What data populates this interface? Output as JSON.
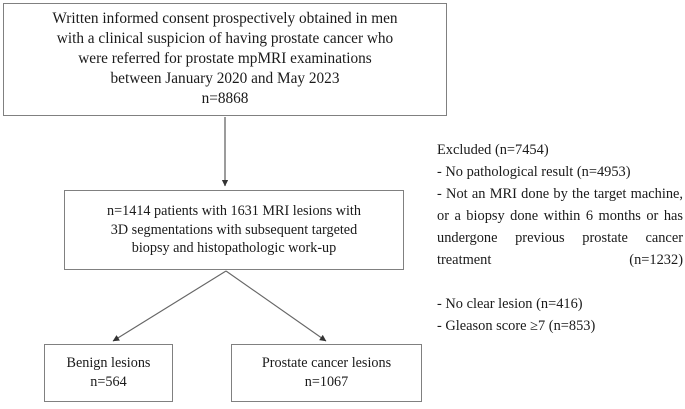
{
  "figure": {
    "type": "flowchart",
    "description": "Patient inclusion and exclusion flow diagram for a prostate mpMRI study"
  },
  "boxes": {
    "enrolled": {
      "name": "enrolled-cohort-box",
      "lines": [
        "Written informed consent prospectively obtained in men",
        "with a clinical suspicion of having prostate cancer who",
        "were referred for prostate mpMRI examinations",
        "between January 2020 and May 2023",
        "n=8868"
      ],
      "n": 8868
    },
    "included": {
      "name": "included-patients-box",
      "lines": [
        "n=1414 patients with 1631 MRI lesions with",
        "3D segmentations with subsequent targeted",
        "biopsy and histopathologic work-up"
      ],
      "patients": 1414,
      "lesions": 1631
    },
    "benign": {
      "name": "benign-lesions-box",
      "lines": [
        "Benign lesions",
        "n=564"
      ],
      "n": 564
    },
    "cancer": {
      "name": "prostate-cancer-lesions-box",
      "lines": [
        "Prostate cancer lesions",
        "n=1067"
      ],
      "n": 1067
    }
  },
  "excluded": {
    "heading": "Excluded (n=7454)",
    "total": 7454,
    "items": [
      {
        "text": "- No pathological result (n=4953)",
        "n": 4953,
        "wrap": "short"
      },
      {
        "text": "- Not an MRI done by the target machine, or a biopsy done within 6 months or has undergone previous prostate cancer treatment (n=1232)",
        "n": 1232,
        "wrap": "long"
      },
      {
        "text": "- No clear lesion (n=416)",
        "n": 416,
        "wrap": "short"
      },
      {
        "text": "- Gleason score ≥7 (n=853)",
        "n": 853,
        "wrap": "short"
      }
    ]
  },
  "colors": {
    "border": "#808080",
    "text": "#1a1a1a",
    "arrow": "#555555",
    "background": "#ffffff"
  }
}
